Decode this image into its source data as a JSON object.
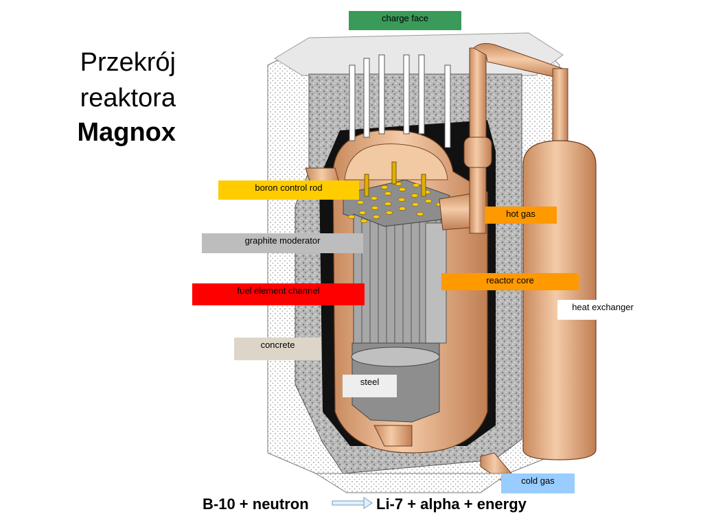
{
  "title": {
    "line1": "Przekrój",
    "line2": "reaktora",
    "line3": "Magnox"
  },
  "labels": {
    "charge_face": "charge face",
    "boron_control_rod": "boron control rod",
    "hot_gas": "hot gas",
    "graphite_moderator": "graphite moderator",
    "reactor_core": "reactor core",
    "fuel_element_channel": "fuel element channel",
    "heat_exchanger": "heat exchanger",
    "concrete": "concrete",
    "steel": "steel",
    "cold_gas": "cold gas"
  },
  "equation": {
    "left": "B-10 + neutron",
    "right": "Li-7 + alpha + energy"
  },
  "colors": {
    "charge_face": "#3a9a5a",
    "boron_control_rod": "#ffcc00",
    "hot_gas": "#ff9900",
    "graphite_moderator": "#bdbdbd",
    "reactor_core": "#ff9900",
    "fuel_element_channel": "#ff0000",
    "heat_exchanger": "#ffffff",
    "concrete": "#ddd6c8",
    "steel": "#eeeeee",
    "cold_gas": "#99ccff",
    "copper": "#e8b48e",
    "graphite": "#9a9a9a"
  }
}
